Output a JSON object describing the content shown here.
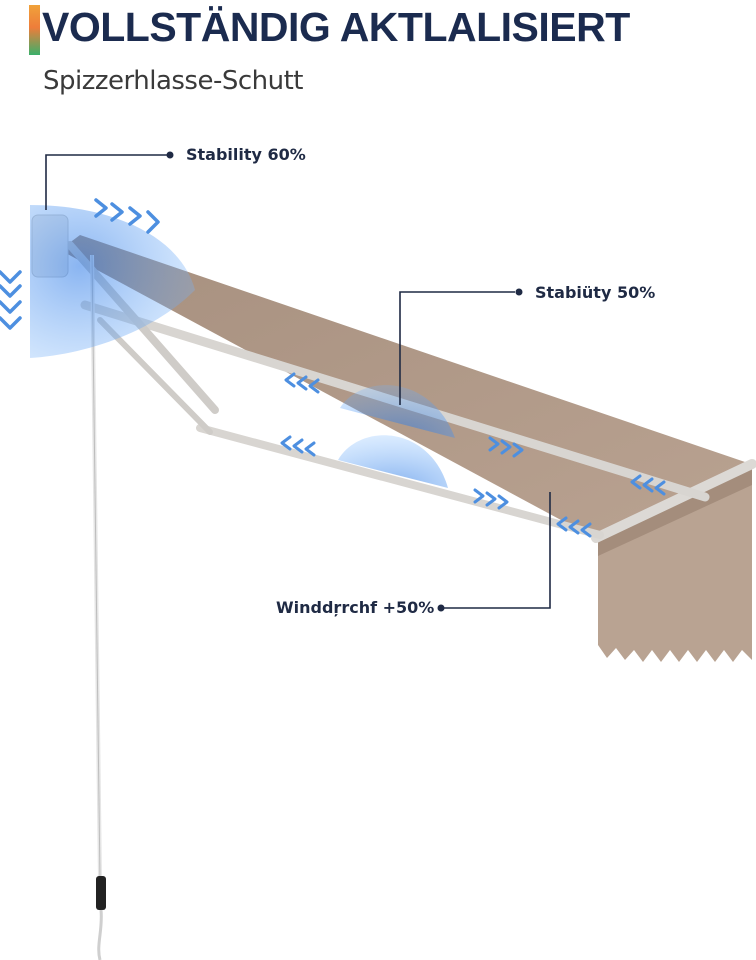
{
  "header": {
    "title": "VOLLSTÄNDIG AKTLALISIERT",
    "subtitle": "Spizzerhlasse-Schutt"
  },
  "callouts": [
    {
      "label": "Stability 60%"
    },
    {
      "label": "Stabiüty 50%"
    },
    {
      "label": "Winddŗrchf +50%"
    }
  ],
  "colors": {
    "title": "#1b2b4f",
    "accent_top": "#f0a23a",
    "accent_bottom": "#3bb06a",
    "fabric": "#b39a89",
    "fabric_dark": "#9c8372",
    "frame": "#d9d6d2",
    "wind": "#4d8fe0",
    "leader": "#1f2a44"
  }
}
